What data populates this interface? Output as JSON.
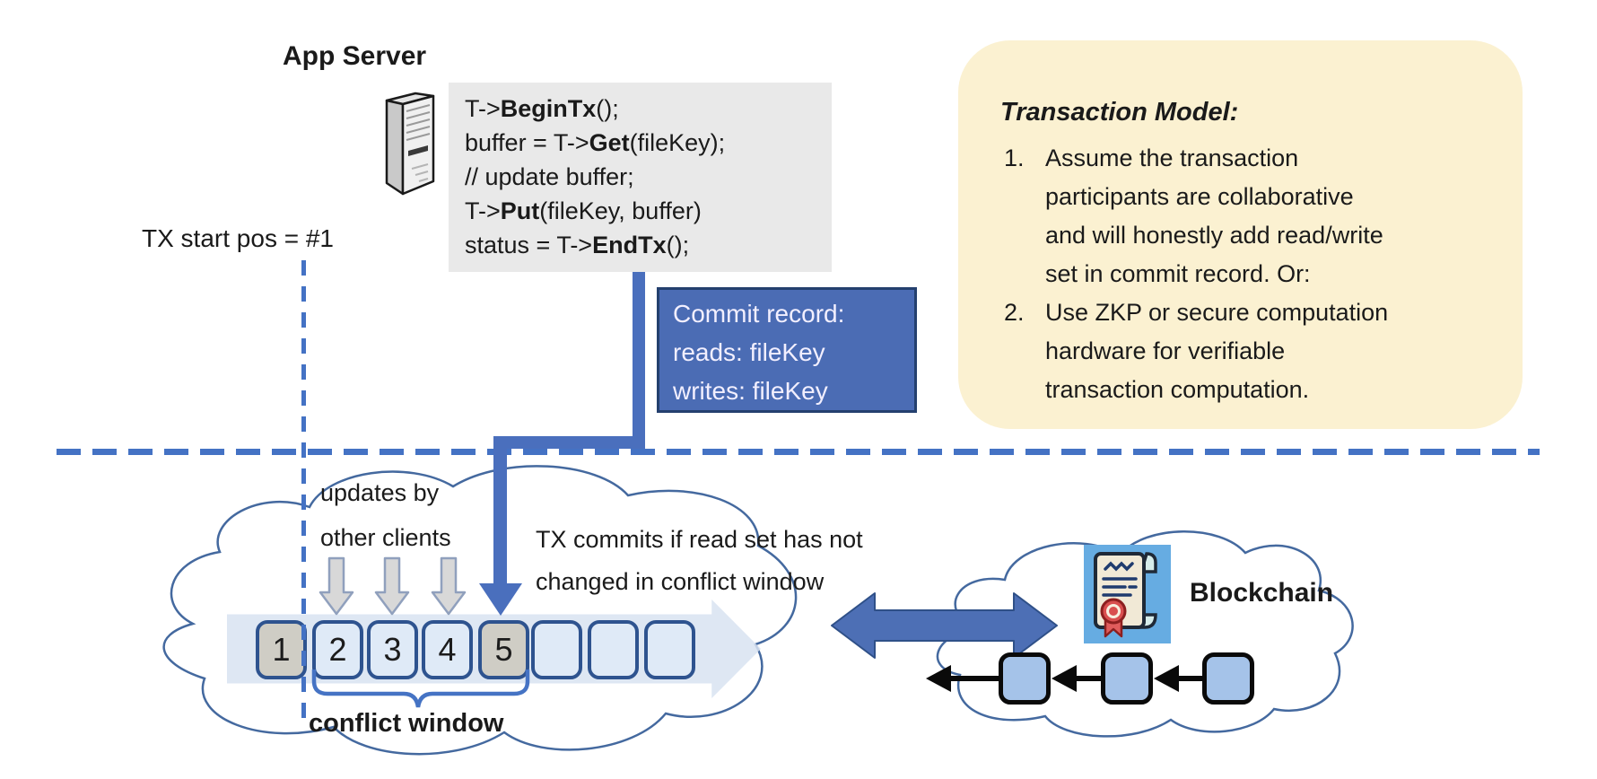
{
  "app_server": {
    "label": "App Server"
  },
  "code_block": {
    "lines": [
      {
        "pre": "T->",
        "bold": "BeginTx",
        "post": "();"
      },
      {
        "pre": "buffer = T->",
        "bold": "Get",
        "post": "(fileKey);"
      },
      {
        "pre": "// update buffer;",
        "bold": "",
        "post": ""
      },
      {
        "pre": "T->",
        "bold": "Put",
        "post": "(fileKey, buffer)"
      },
      {
        "pre": "status = T->",
        "bold": "EndTx",
        "post": "();"
      }
    ]
  },
  "tx_start": {
    "label": "TX start pos = #1"
  },
  "commit_record": {
    "title": "Commit record:",
    "reads": "reads: fileKey",
    "writes": "writes: fileKey"
  },
  "transaction_model": {
    "title": "Transaction Model:",
    "items": [
      {
        "number": "1.",
        "lines": [
          "Assume the transaction",
          "participants are collaborative",
          "and will honestly add read/write",
          "set in commit record.  Or:"
        ]
      },
      {
        "number": "2.",
        "lines": [
          "Use ZKP or secure computation",
          "hardware for verifiable",
          "transaction computation."
        ]
      }
    ]
  },
  "timeline": {
    "updates_lines": [
      "updates by",
      "other clients"
    ],
    "commit_note_lines": [
      "TX commits if read set has not",
      "changed in conflict window"
    ],
    "blocks": [
      {
        "label": "1",
        "variant": "gray"
      },
      {
        "label": "2",
        "variant": "blue"
      },
      {
        "label": "3",
        "variant": "blue"
      },
      {
        "label": "4",
        "variant": "blue"
      },
      {
        "label": "5",
        "variant": "gray"
      },
      {
        "label": "",
        "variant": "blue"
      },
      {
        "label": "",
        "variant": "blue"
      },
      {
        "label": "",
        "variant": "blue"
      }
    ],
    "conflict_window_label": "conflict window"
  },
  "blockchain": {
    "label": "Blockchain"
  },
  "colors": {
    "accent_blue": "#4472c4",
    "connector_blue": "#4a6fbd",
    "commit_fill": "#4b6cb4",
    "commit_border": "#24406e",
    "note_yellow": "#fbf1d1",
    "code_gray": "#e9e9e9",
    "block_border": "#2e538f",
    "block_gray": "#cfcdc5",
    "block_blue": "#dfeaf7",
    "band_blue": "#d8e3f1",
    "cloud_stroke": "#44699f",
    "chain_block_fill": "#a5c3e9",
    "icon_bg": "#66ace2",
    "seal_red": "#d94f4f"
  }
}
